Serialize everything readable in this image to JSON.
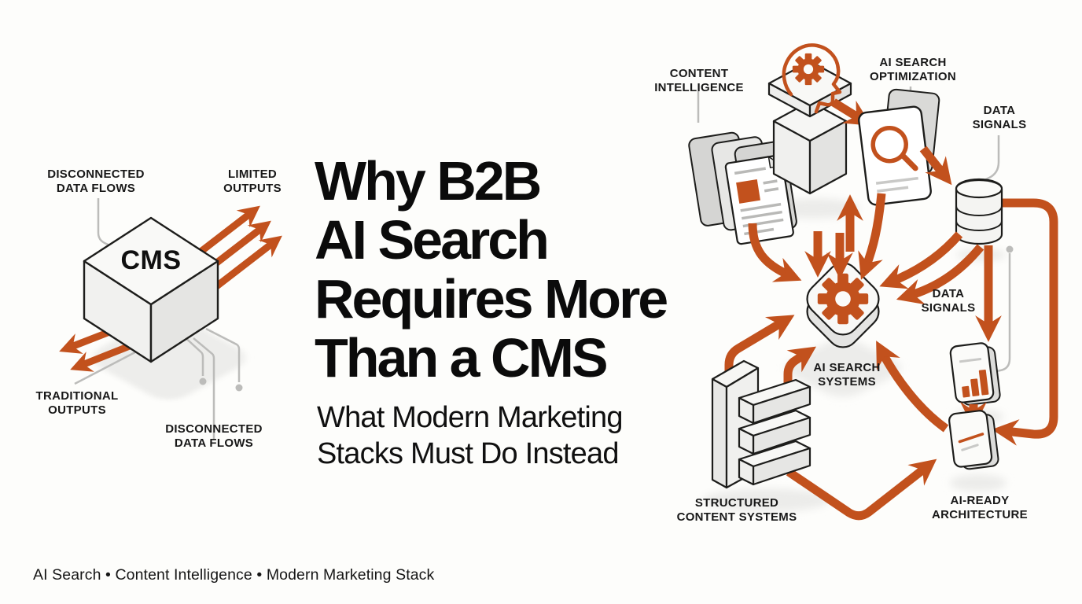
{
  "page": {
    "background": "#fdfdfb"
  },
  "colors": {
    "accent_orange": "#c2511d",
    "ink": "#0b0b0b",
    "line_gray": "#b9b9b7",
    "node_fill": "#f7f7f5"
  },
  "title": {
    "lines": [
      "Why B2B",
      "AI Search",
      "Requires More",
      "Than a CMS"
    ]
  },
  "subtitle": {
    "lines": [
      "What Modern Marketing",
      "Stacks Must Do Instead"
    ]
  },
  "footer": {
    "text": "AI Search • Content Intelligence • Modern Marketing Stack"
  },
  "left_diagram": {
    "cms": "CMS",
    "labels": {
      "disconnected_top": {
        "line1": "DISCONNECTED",
        "line2": "DATA FLOWS"
      },
      "limited_outputs": {
        "line1": "LIMITED",
        "line2": "OUTPUTS"
      },
      "traditional_outputs": {
        "line1": "TRADITIONAL",
        "line2": "OUTPUTS"
      },
      "disconnected_bottom": {
        "line1": "DISCONNECTED",
        "line2": "DATA FLOWS"
      }
    },
    "icons": [
      "cms-cube-icon",
      "output-arrows-icon",
      "disconnected-wires-icon"
    ]
  },
  "right_diagram": {
    "labels": {
      "content_intelligence": {
        "line1": "CONTENT",
        "line2": "INTELLIGENCE"
      },
      "ai_search_optimization": {
        "line1": "AI SEARCH",
        "line2": "OPTIMIZATION"
      },
      "data_signals_top": {
        "line1": "DATA",
        "line2": "SIGNALS"
      },
      "data_signals_mid": {
        "line1": "DATA",
        "line2": "SIGNALS"
      },
      "ai_search_systems": {
        "line1": "AI SEARCH",
        "line2": "SYSTEMS"
      },
      "structured_content_systems": {
        "line1": "STRUCTURED",
        "line2": "CONTENT SYSTEMS"
      },
      "ai_ready_architecture": {
        "line1": "AI-READY",
        "line2": "ARCHITECTURE"
      }
    },
    "icons": [
      "head-gear-icon",
      "document-stack-icon",
      "document-icon",
      "search-icon",
      "database-icon",
      "gear-icon",
      "bar-chart-icon",
      "ai-ready-panel-icon",
      "structured-stack-icon"
    ]
  }
}
